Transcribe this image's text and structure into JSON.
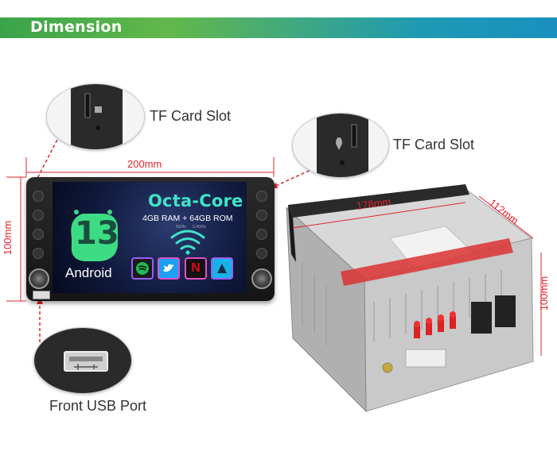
{
  "banner": {
    "title": "Dimension"
  },
  "labels": {
    "tf_slot_left": "TF Card Slot",
    "tf_slot_right": "TF Card Slot",
    "usb_port": "Front USB Port"
  },
  "dimensions": {
    "front_width": "200mm",
    "front_height": "100mm",
    "back_width": "178mm",
    "back_depth": "112mm",
    "back_height": "100mm"
  },
  "screen": {
    "headline": "Octa-Core",
    "memory": "4GB RAM + 64GB ROM",
    "freq_left": "5GHz",
    "freq_right": "2.4GHz",
    "android_version": "13",
    "android_label": "Android",
    "netflix_letter": "N"
  },
  "colors": {
    "banner_start": "#3aa34a",
    "banner_end": "#1a8fc0",
    "dimension_red": "#e0242c",
    "headline_teal": "#3ee5c8"
  },
  "icons": [
    "spotify-icon",
    "twitter-icon",
    "netflix-icon",
    "kodi-icon",
    "wifi-icon"
  ]
}
